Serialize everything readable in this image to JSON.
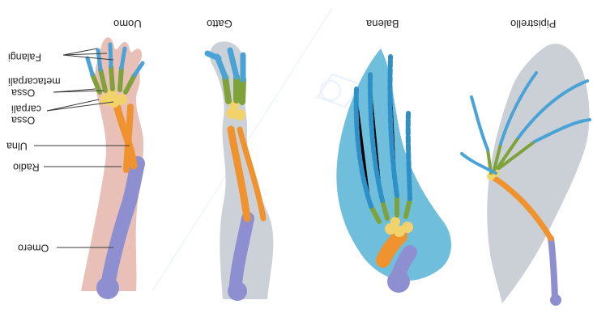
{
  "figure": {
    "panels": [
      {
        "key": "uomo",
        "title": "Uomo"
      },
      {
        "key": "gatto",
        "title": "Gatto"
      },
      {
        "key": "balena",
        "title": "Balena"
      },
      {
        "key": "pipistrello",
        "title": "Pipistrello"
      }
    ],
    "bone_labels": {
      "falangi": "Falangi",
      "ossa_metacarpali_1": "metacarpali",
      "ossa_metacarpali_2": "Ossa",
      "ossa_carpali_1": "carpali",
      "ossa_carpali_2": "Ossa",
      "ulna": "Ulna",
      "radio": "Radio",
      "omero": "Omero"
    },
    "colors": {
      "phalanges": "#4aa3d6",
      "metacarpals": "#7fa33a",
      "carpals": "#f2d36b",
      "radius_ulna": "#f0922e",
      "humerus": "#8e8fd0",
      "human_skin": "#e7bdb3",
      "cat_fur": "#c9cfd6",
      "whale_fin": "#5fb8d8",
      "bat_wing": "#c7cdd3"
    },
    "transform_note": "rotated 180deg"
  }
}
